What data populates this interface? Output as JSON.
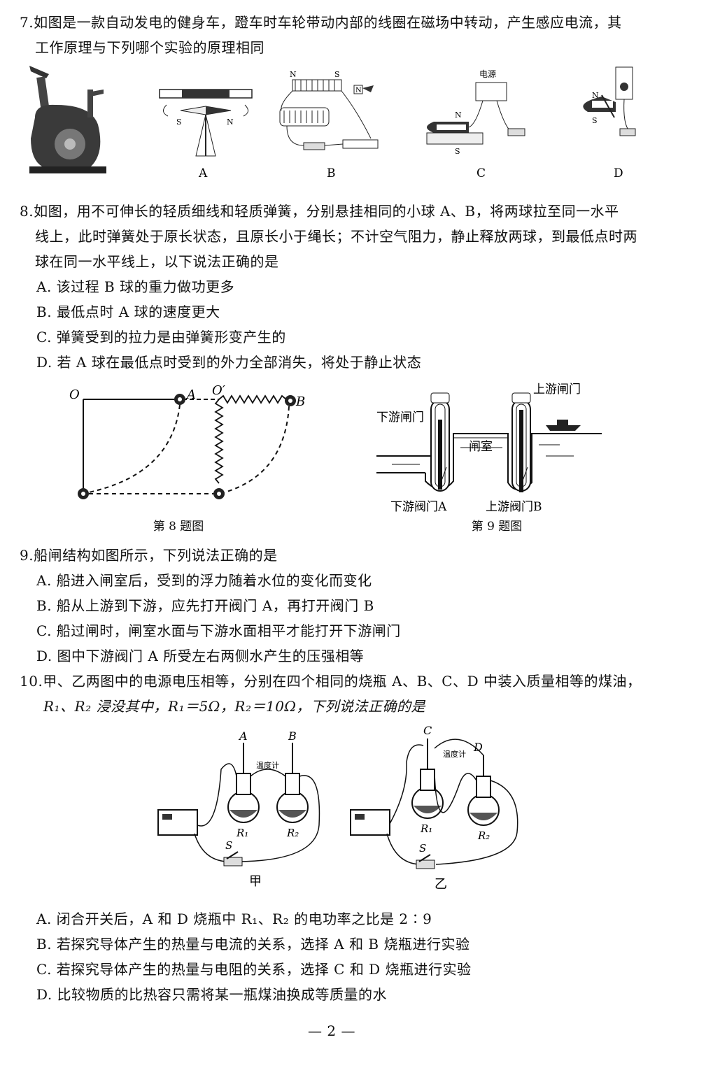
{
  "q7": {
    "stem_line1": "7.如图是一款自动发电的健身车，蹬车时车轮带动内部的线圈在磁场中转动，产生感应电流，其",
    "stem_line2": "工作原理与下列哪个实验的原理相同",
    "fig_labels": [
      "A",
      "B",
      "C",
      "D"
    ],
    "fig_a_poles": [
      "S",
      "N"
    ],
    "fig_b_poles": [
      "N",
      "S",
      "N"
    ],
    "fig_c_power": "电源",
    "fig_c_poles": [
      "N",
      "S"
    ],
    "fig_d_poles": [
      "N",
      "S"
    ]
  },
  "q8": {
    "stem_line1": "8.如图，用不可伸长的轻质细线和轻质弹簧，分别悬挂相同的小球 A、B，将两球拉至同一水平",
    "stem_line2": "线上，此时弹簧处于原长状态，且原长小于绳长；不计空气阻力，静止释放两球，到最低点时两",
    "stem_line3": "球在同一水平线上，以下说法正确的是",
    "options": [
      "A. 该过程 B 球的重力做功更多",
      "B. 最低点时 A 球的速度更大",
      "C. 弹簧受到的拉力是由弹簧形变产生的",
      "D. 若 A 球在最低点时受到的外力全部消失，将处于静止状态"
    ],
    "fig_labels": {
      "o": "O",
      "a": "A",
      "o2": "O′",
      "b": "B"
    },
    "caption": "第 8 题图"
  },
  "q9": {
    "fig_labels": {
      "upstream_gate": "上游闸门",
      "downstream_gate": "下游闸门",
      "chamber": "闸室",
      "valve_a": "下游阀门A",
      "valve_b": "上游阀门B"
    },
    "caption": "第 9 题图",
    "stem": "9.船闸结构如图所示，下列说法正确的是",
    "options": [
      "A. 船进入闸室后，受到的浮力随着水位的变化而变化",
      "B. 船从上游到下游，应先打开阀门 A，再打开阀门 B",
      "C. 船过闸时，闸室水面与下游水面相平才能打开下游闸门",
      "D. 图中下游阀门 A 所受左右两侧水产生的压强相等"
    ]
  },
  "q10": {
    "stem_line1": "10.甲、乙两图中的电源电压相等，分别在四个相同的烧瓶 A、B、C、D 中装入质量相等的煤油，",
    "stem_line2": "R₁、R₂ 浸没其中，R₁＝5Ω，R₂＝10Ω，下列说法正确的是",
    "fig_left": {
      "a": "A",
      "b": "B",
      "thermo": "温度计",
      "r1": "R₁",
      "r2": "R₂",
      "s": "S",
      "caption": "甲"
    },
    "fig_right": {
      "c": "C",
      "d": "D",
      "thermo": "温度计",
      "r1": "R₁",
      "r2": "R₂",
      "s": "S",
      "caption": "乙"
    },
    "options": [
      "A. 闭合开关后，A 和 D 烧瓶中 R₁、R₂ 的电功率之比是 2∶9",
      "B. 若探究导体产生的热量与电流的关系，选择 A 和 B 烧瓶进行实验",
      "C. 若探究导体产生的热量与电阻的关系，选择 C 和 D 烧瓶进行实验",
      "D. 比较物质的比热容只需将某一瓶煤油换成等质量的水"
    ]
  },
  "page_number": "— 2 —"
}
